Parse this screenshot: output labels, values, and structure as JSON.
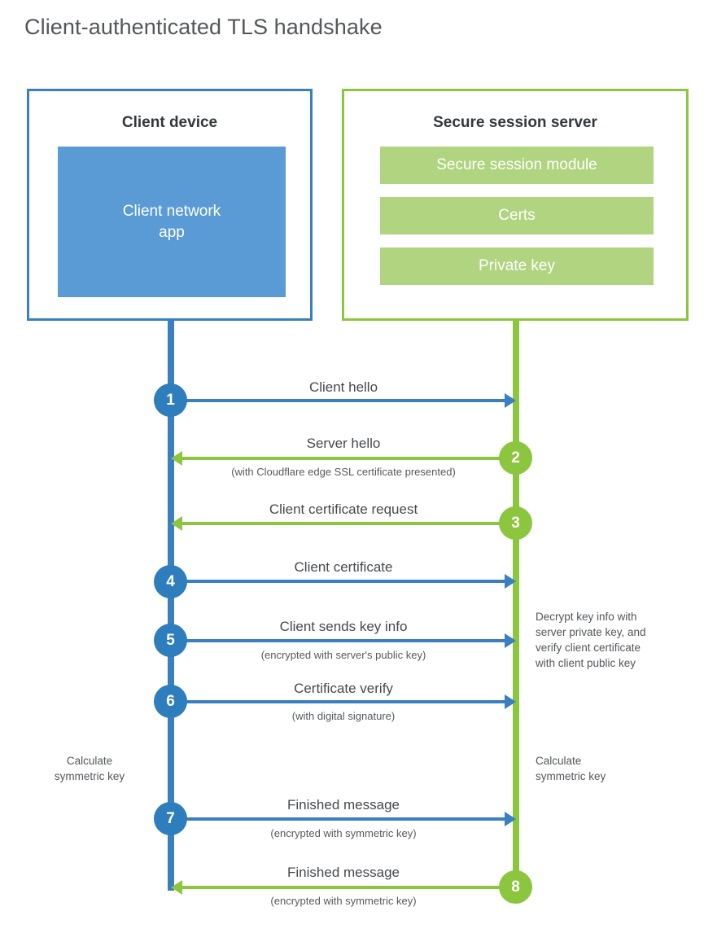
{
  "title": "Client-authenticated TLS handshake",
  "colors": {
    "client_blue": "#3a7fbf",
    "client_app_fill": "#5b9bd5",
    "server_green": "#8cc63f",
    "server_bar_fill": "#b0d480",
    "circle_blue": "#2e7ebd",
    "circle_green": "#8cc63f",
    "title_gray": "#53565a",
    "text_gray": "#46494d"
  },
  "client": {
    "title": "Client device",
    "app_label": "Client network\napp"
  },
  "server": {
    "title": "Secure session server",
    "components": [
      {
        "label": "Secure session module"
      },
      {
        "label": "Certs"
      },
      {
        "label": "Private key"
      }
    ]
  },
  "steps": [
    {
      "number": "1",
      "label": "Client hello",
      "sub": "",
      "direction": "client-to-server",
      "color": "blue"
    },
    {
      "number": "2",
      "label": "Server hello",
      "sub": "(with Cloudflare edge SSL certificate presented)",
      "direction": "server-to-client",
      "color": "green"
    },
    {
      "number": "3",
      "label": "Client certificate request",
      "sub": "",
      "direction": "server-to-client",
      "color": "green"
    },
    {
      "number": "4",
      "label": "Client certificate",
      "sub": "",
      "direction": "client-to-server",
      "color": "blue"
    },
    {
      "number": "5",
      "label": "Client sends key info",
      "sub": "(encrypted with server's public key)",
      "direction": "client-to-server",
      "color": "blue"
    },
    {
      "number": "6",
      "label": "Certificate verify",
      "sub": "(with digital signature)",
      "direction": "client-to-server",
      "color": "blue"
    },
    {
      "number": "7",
      "label": "Finished message",
      "sub": "(encrypted with symmetric key)",
      "direction": "client-to-server",
      "color": "blue"
    },
    {
      "number": "8",
      "label": "Finished message",
      "sub": "(encrypted with symmetric key)",
      "direction": "server-to-client",
      "color": "green"
    }
  ],
  "annotations": {
    "server_decrypt": "Decrypt key info with server private key, and verify client certificate with client public key",
    "server_decrypt_lines": [
      "Decrypt key info with",
      "server private key, and",
      "verify client certificate",
      "with client public key"
    ],
    "client_calculate": "Calculate\nsymmetric key",
    "client_calculate_lines": [
      "Calculate",
      "symmetric key"
    ],
    "server_calculate": "Calculate\nsymmetric key",
    "server_calculate_lines": [
      "Calculate",
      "symmetric key"
    ]
  }
}
